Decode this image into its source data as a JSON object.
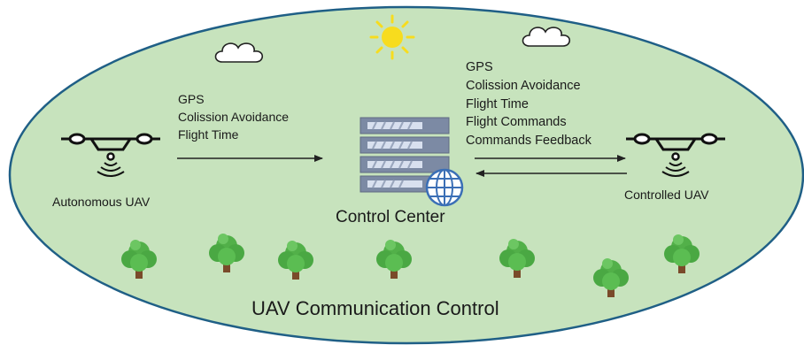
{
  "title": "UAV Communication Control",
  "center_label": "Control Center",
  "left_uav": {
    "label": "Autonomous UAV",
    "messages": [
      "GPS",
      "Colission Avoidance",
      "Flight Time"
    ]
  },
  "right_uav": {
    "label": "Controlled UAV",
    "messages": [
      "GPS",
      "Colission Avoidance",
      "Flight Time",
      "Flight Commands",
      "Commands Feedback"
    ]
  },
  "colors": {
    "field": "#c7e3bd",
    "field_border": "#1f5f86",
    "tree_leaf": "#52b049",
    "tree_trunk": "#7a4a2a",
    "sun": "#f7dc1e",
    "server_body": "#7c8aa4",
    "globe": "#3b6fb6"
  }
}
